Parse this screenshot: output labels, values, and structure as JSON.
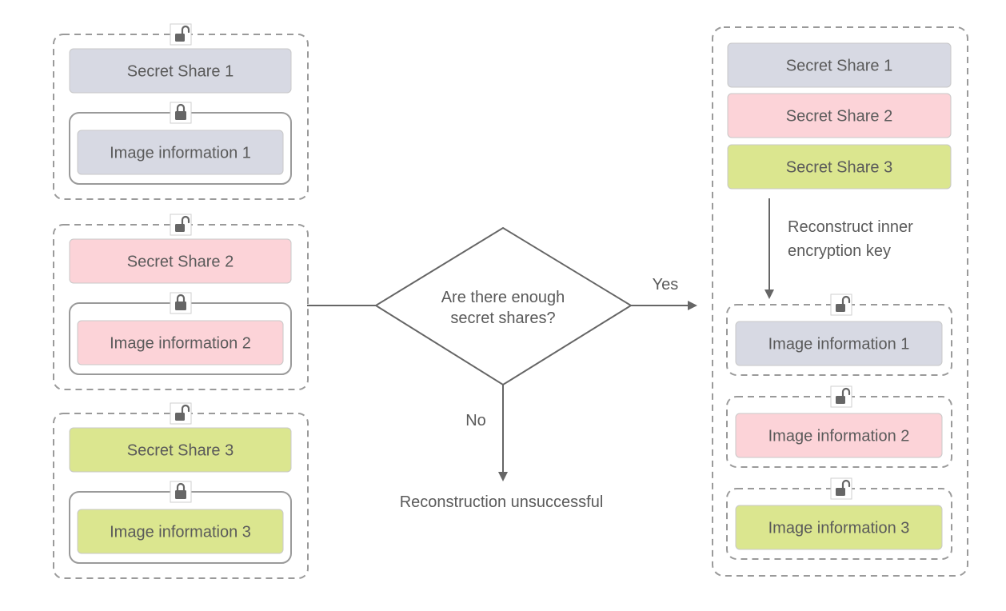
{
  "colors": {
    "share1": "#d7d9e3",
    "share2": "#fcd3d8",
    "share3": "#dbe68f",
    "stroke": "#9a9a9a",
    "line": "#666666",
    "lock": "#666666"
  },
  "left_groups": [
    {
      "share_label": "Secret Share 1",
      "image_label": "Image information 1",
      "color": "share1"
    },
    {
      "share_label": "Secret Share 2",
      "image_label": "Image information 2",
      "color": "share2"
    },
    {
      "share_label": "Secret Share 3",
      "image_label": "Image information 3",
      "color": "share3"
    }
  ],
  "decision": {
    "line1": "Are there enough",
    "line2": "secret shares?"
  },
  "yes_label": "Yes",
  "no_label": "No",
  "failure_label": "Reconstruction unsuccessful",
  "right_panel": {
    "shares": [
      {
        "label": "Secret Share 1",
        "color": "share1"
      },
      {
        "label": "Secret Share 2",
        "color": "share2"
      },
      {
        "label": "Secret Share 3",
        "color": "share3"
      }
    ],
    "reconstruct_line1": "Reconstruct inner",
    "reconstruct_line2": "encryption key",
    "images": [
      {
        "label": "Image information 1",
        "color": "share1"
      },
      {
        "label": "Image information 2",
        "color": "share2"
      },
      {
        "label": "Image information 3",
        "color": "share3"
      }
    ]
  },
  "icons": {
    "outer_lock": "unlocked-padlock-icon",
    "inner_lock": "locked-padlock-icon"
  }
}
